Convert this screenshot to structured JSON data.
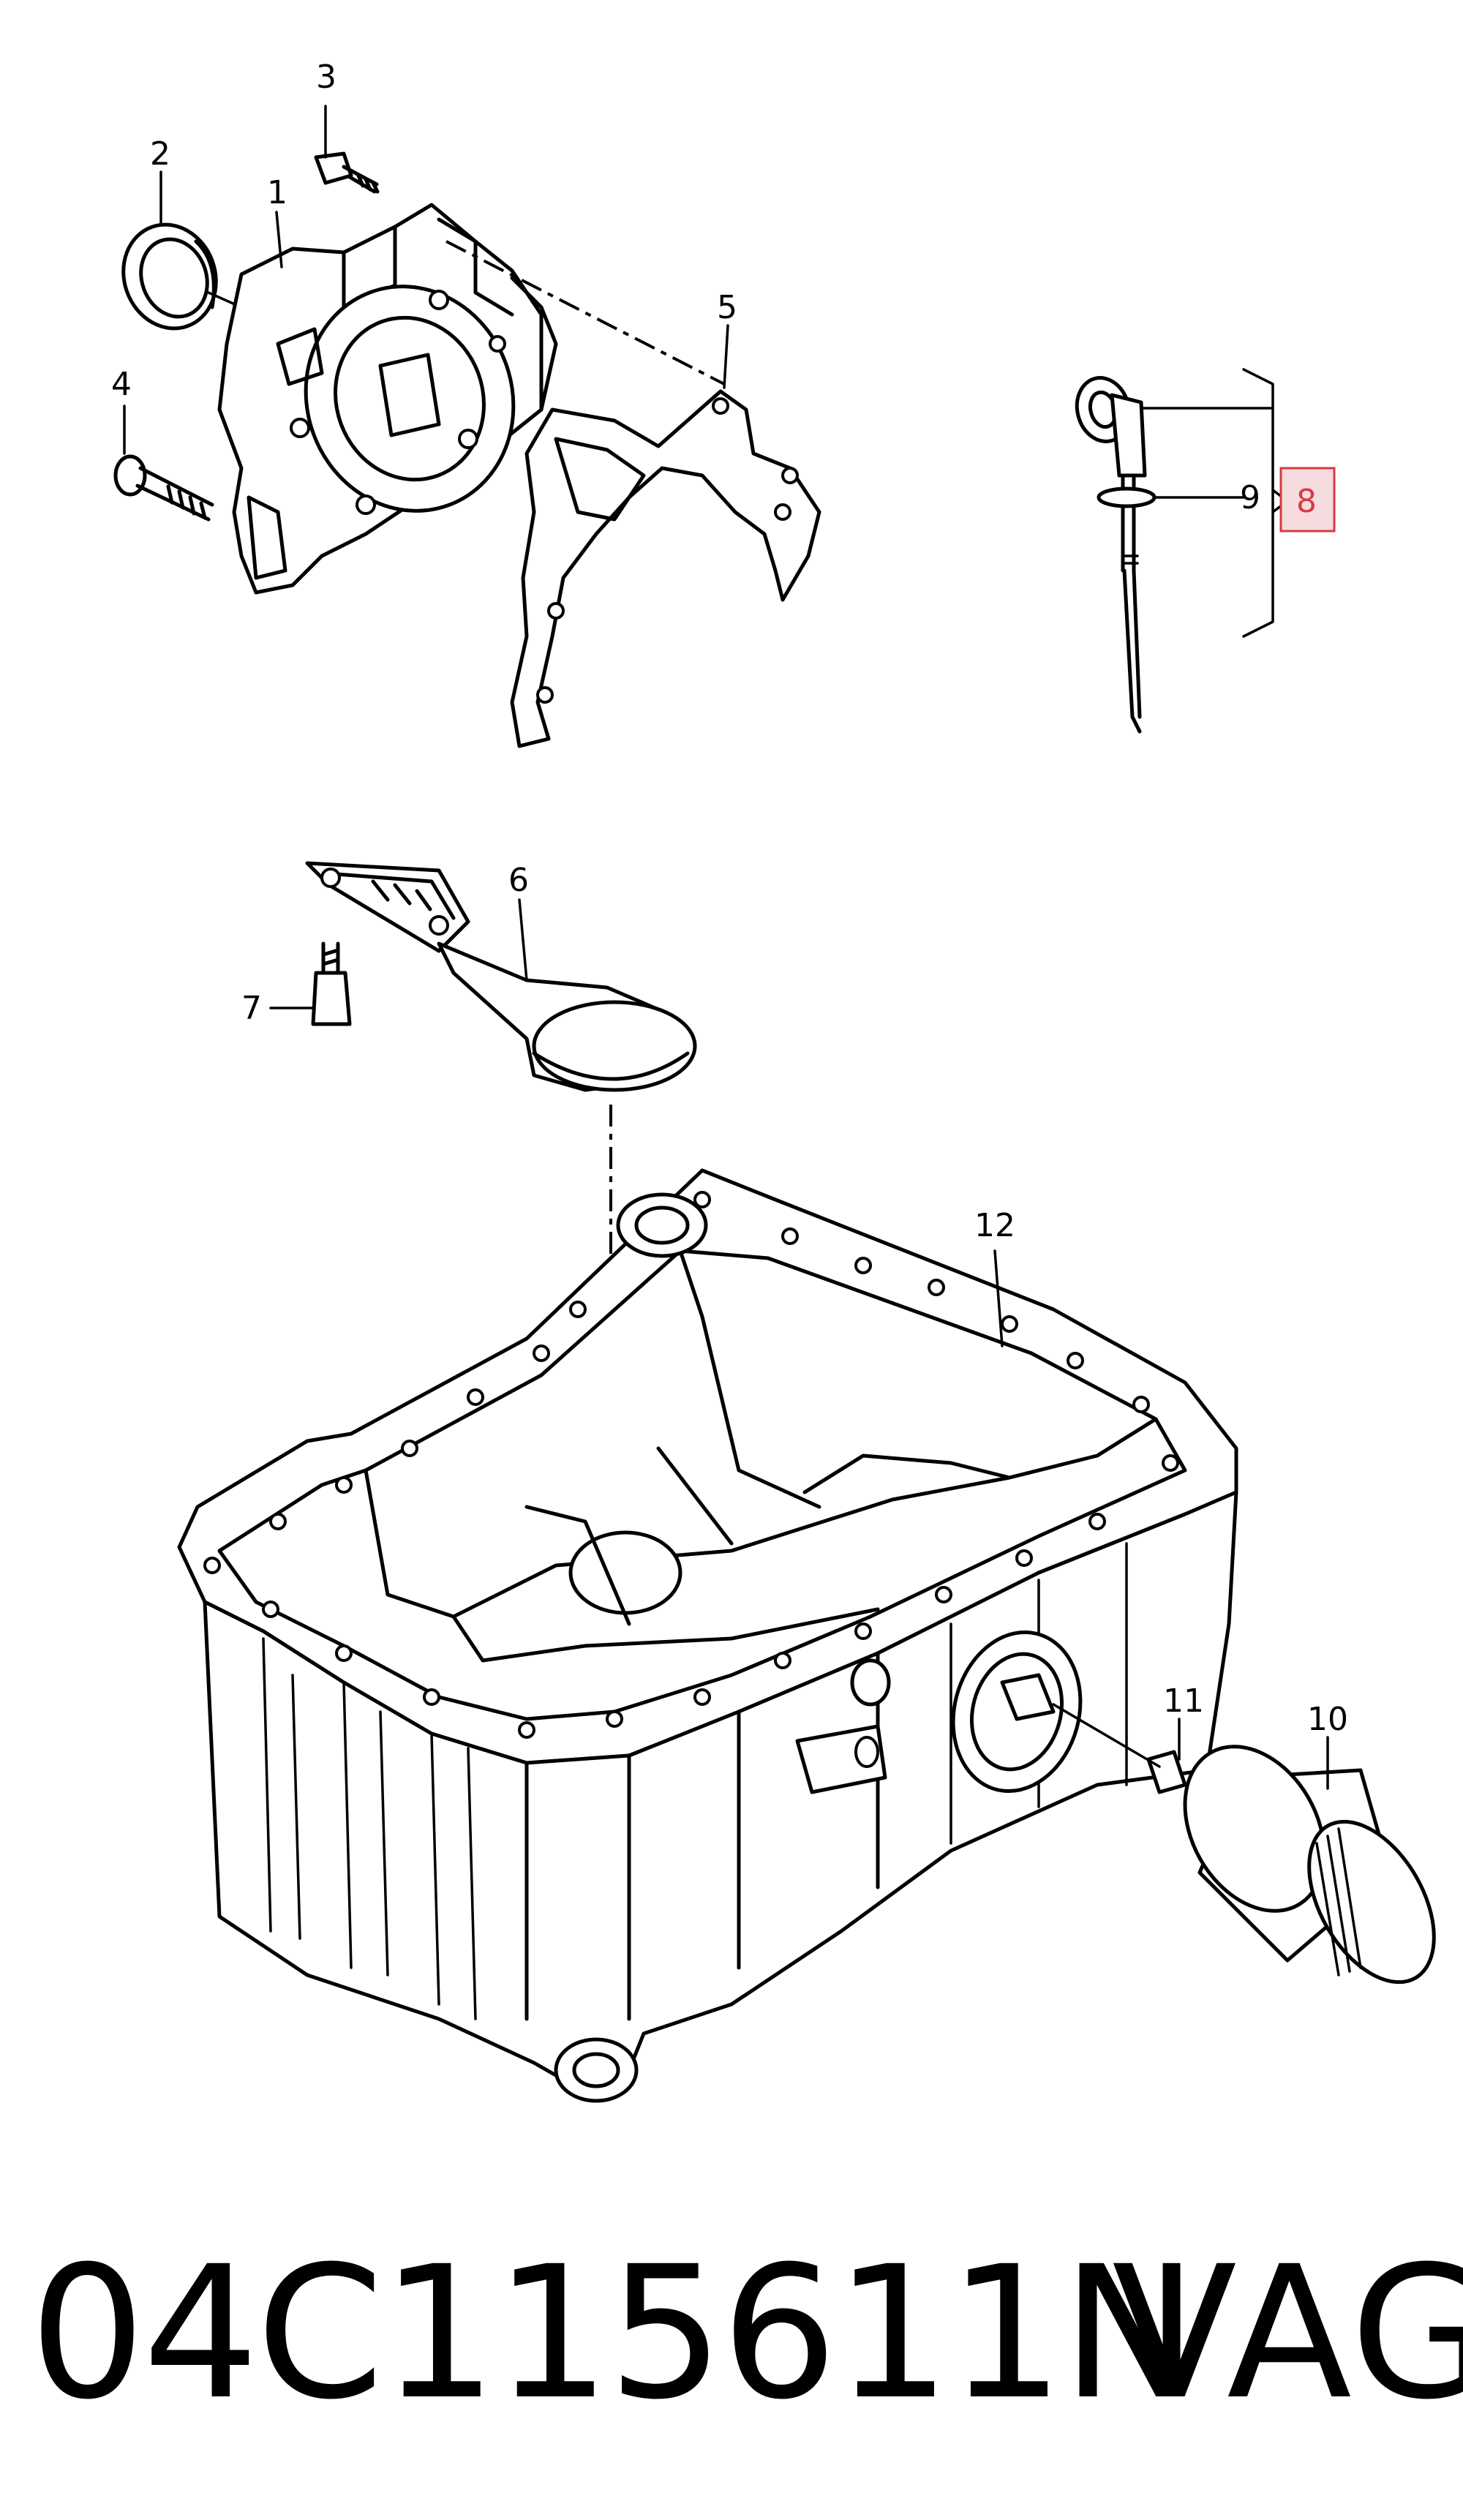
{
  "callouts": {
    "c1": "1",
    "c2": "2",
    "c3": "3",
    "c4": "4",
    "c5": "5",
    "c6": "6",
    "c7": "7",
    "c8": "8",
    "c9": "9",
    "c10": "10",
    "c11": "11",
    "c12": "12"
  },
  "highlight_color": "#d63a46",
  "highlight_fill": "#f6dcde",
  "footer": {
    "part_number": "04C115611N",
    "brand": "VAG"
  }
}
